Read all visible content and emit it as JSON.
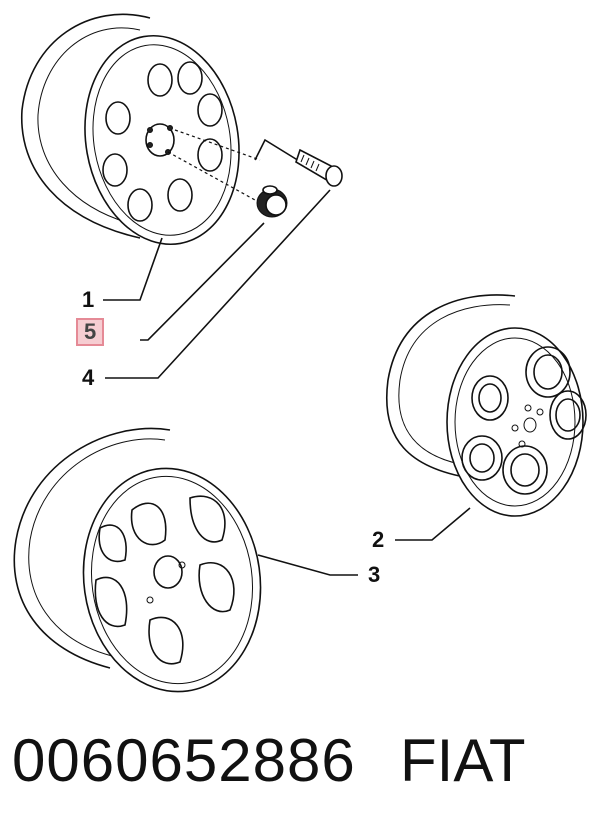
{
  "callouts": {
    "c1": "1",
    "c5": "5",
    "c4": "4",
    "c2": "2",
    "c3": "3"
  },
  "footer": {
    "part_number": "0060652886",
    "brand": "FIAT"
  },
  "highlight_color": "#f6cdd2",
  "highlight_border": "#e58a96"
}
